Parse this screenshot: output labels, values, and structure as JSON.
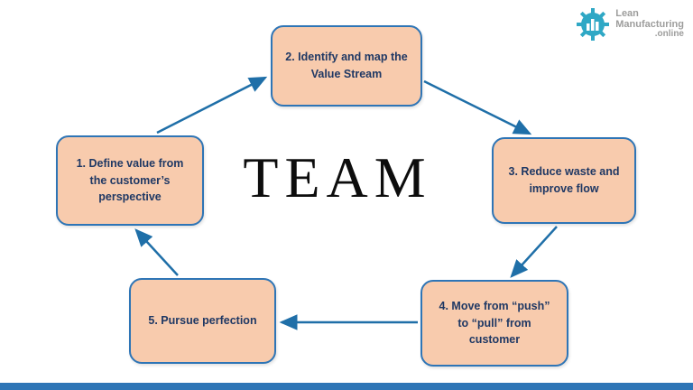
{
  "logo": {
    "line1": "Lean",
    "line2": "Manufacturing",
    "line3": ".online"
  },
  "center": {
    "text": "TEAM"
  },
  "steps": [
    {
      "label": "1. Define value from the customer’s perspective"
    },
    {
      "label": "2. Identify and map the Value Stream"
    },
    {
      "label": "3. Reduce waste and improve flow"
    },
    {
      "label": "4. Move from “push” to “pull” from customer"
    },
    {
      "label": "5. Pursue perfection"
    }
  ],
  "colors": {
    "box_fill": "#f8cbad",
    "box_border": "#2e75b6",
    "box_text": "#1f3864",
    "arrow": "#1f6fa8",
    "footer_bar": "#2e75b6",
    "logo_teal": "#2fa8c5",
    "logo_gray": "#9d9d9c"
  }
}
